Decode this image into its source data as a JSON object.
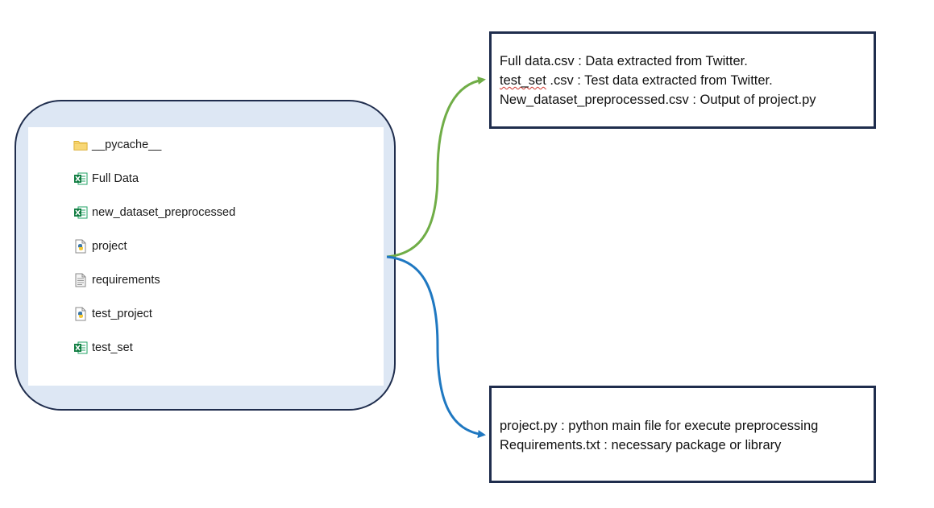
{
  "folder": {
    "files": [
      {
        "name": "__pycache__",
        "icon": "folder-icon"
      },
      {
        "name": "Full Data",
        "icon": "excel-icon"
      },
      {
        "name": "new_dataset_preprocessed",
        "icon": "excel-icon"
      },
      {
        "name": "project",
        "icon": "python-file-icon"
      },
      {
        "name": "requirements",
        "icon": "text-file-icon"
      },
      {
        "name": "test_project",
        "icon": "python-file-icon"
      },
      {
        "name": "test_set",
        "icon": "excel-icon"
      }
    ]
  },
  "notes": {
    "data_files": {
      "line1": "Full data.csv : Data extracted from Twitter.",
      "line2_prefix": "test_set",
      "line2_rest": " .csv :  Test data extracted from Twitter.",
      "line3": "New_dataset_preprocessed.csv : Output of project.py"
    },
    "code_files": {
      "line1": "project.py : python main file for execute preprocessing",
      "line2": "Requirements.txt : necessary package or library"
    }
  },
  "colors": {
    "panel_border": "#1f2d4d",
    "panel_fill": "#dde7f4",
    "arrow_green": "#70ad47",
    "arrow_blue": "#1f78c1",
    "box_border": "#1f2d4d"
  }
}
